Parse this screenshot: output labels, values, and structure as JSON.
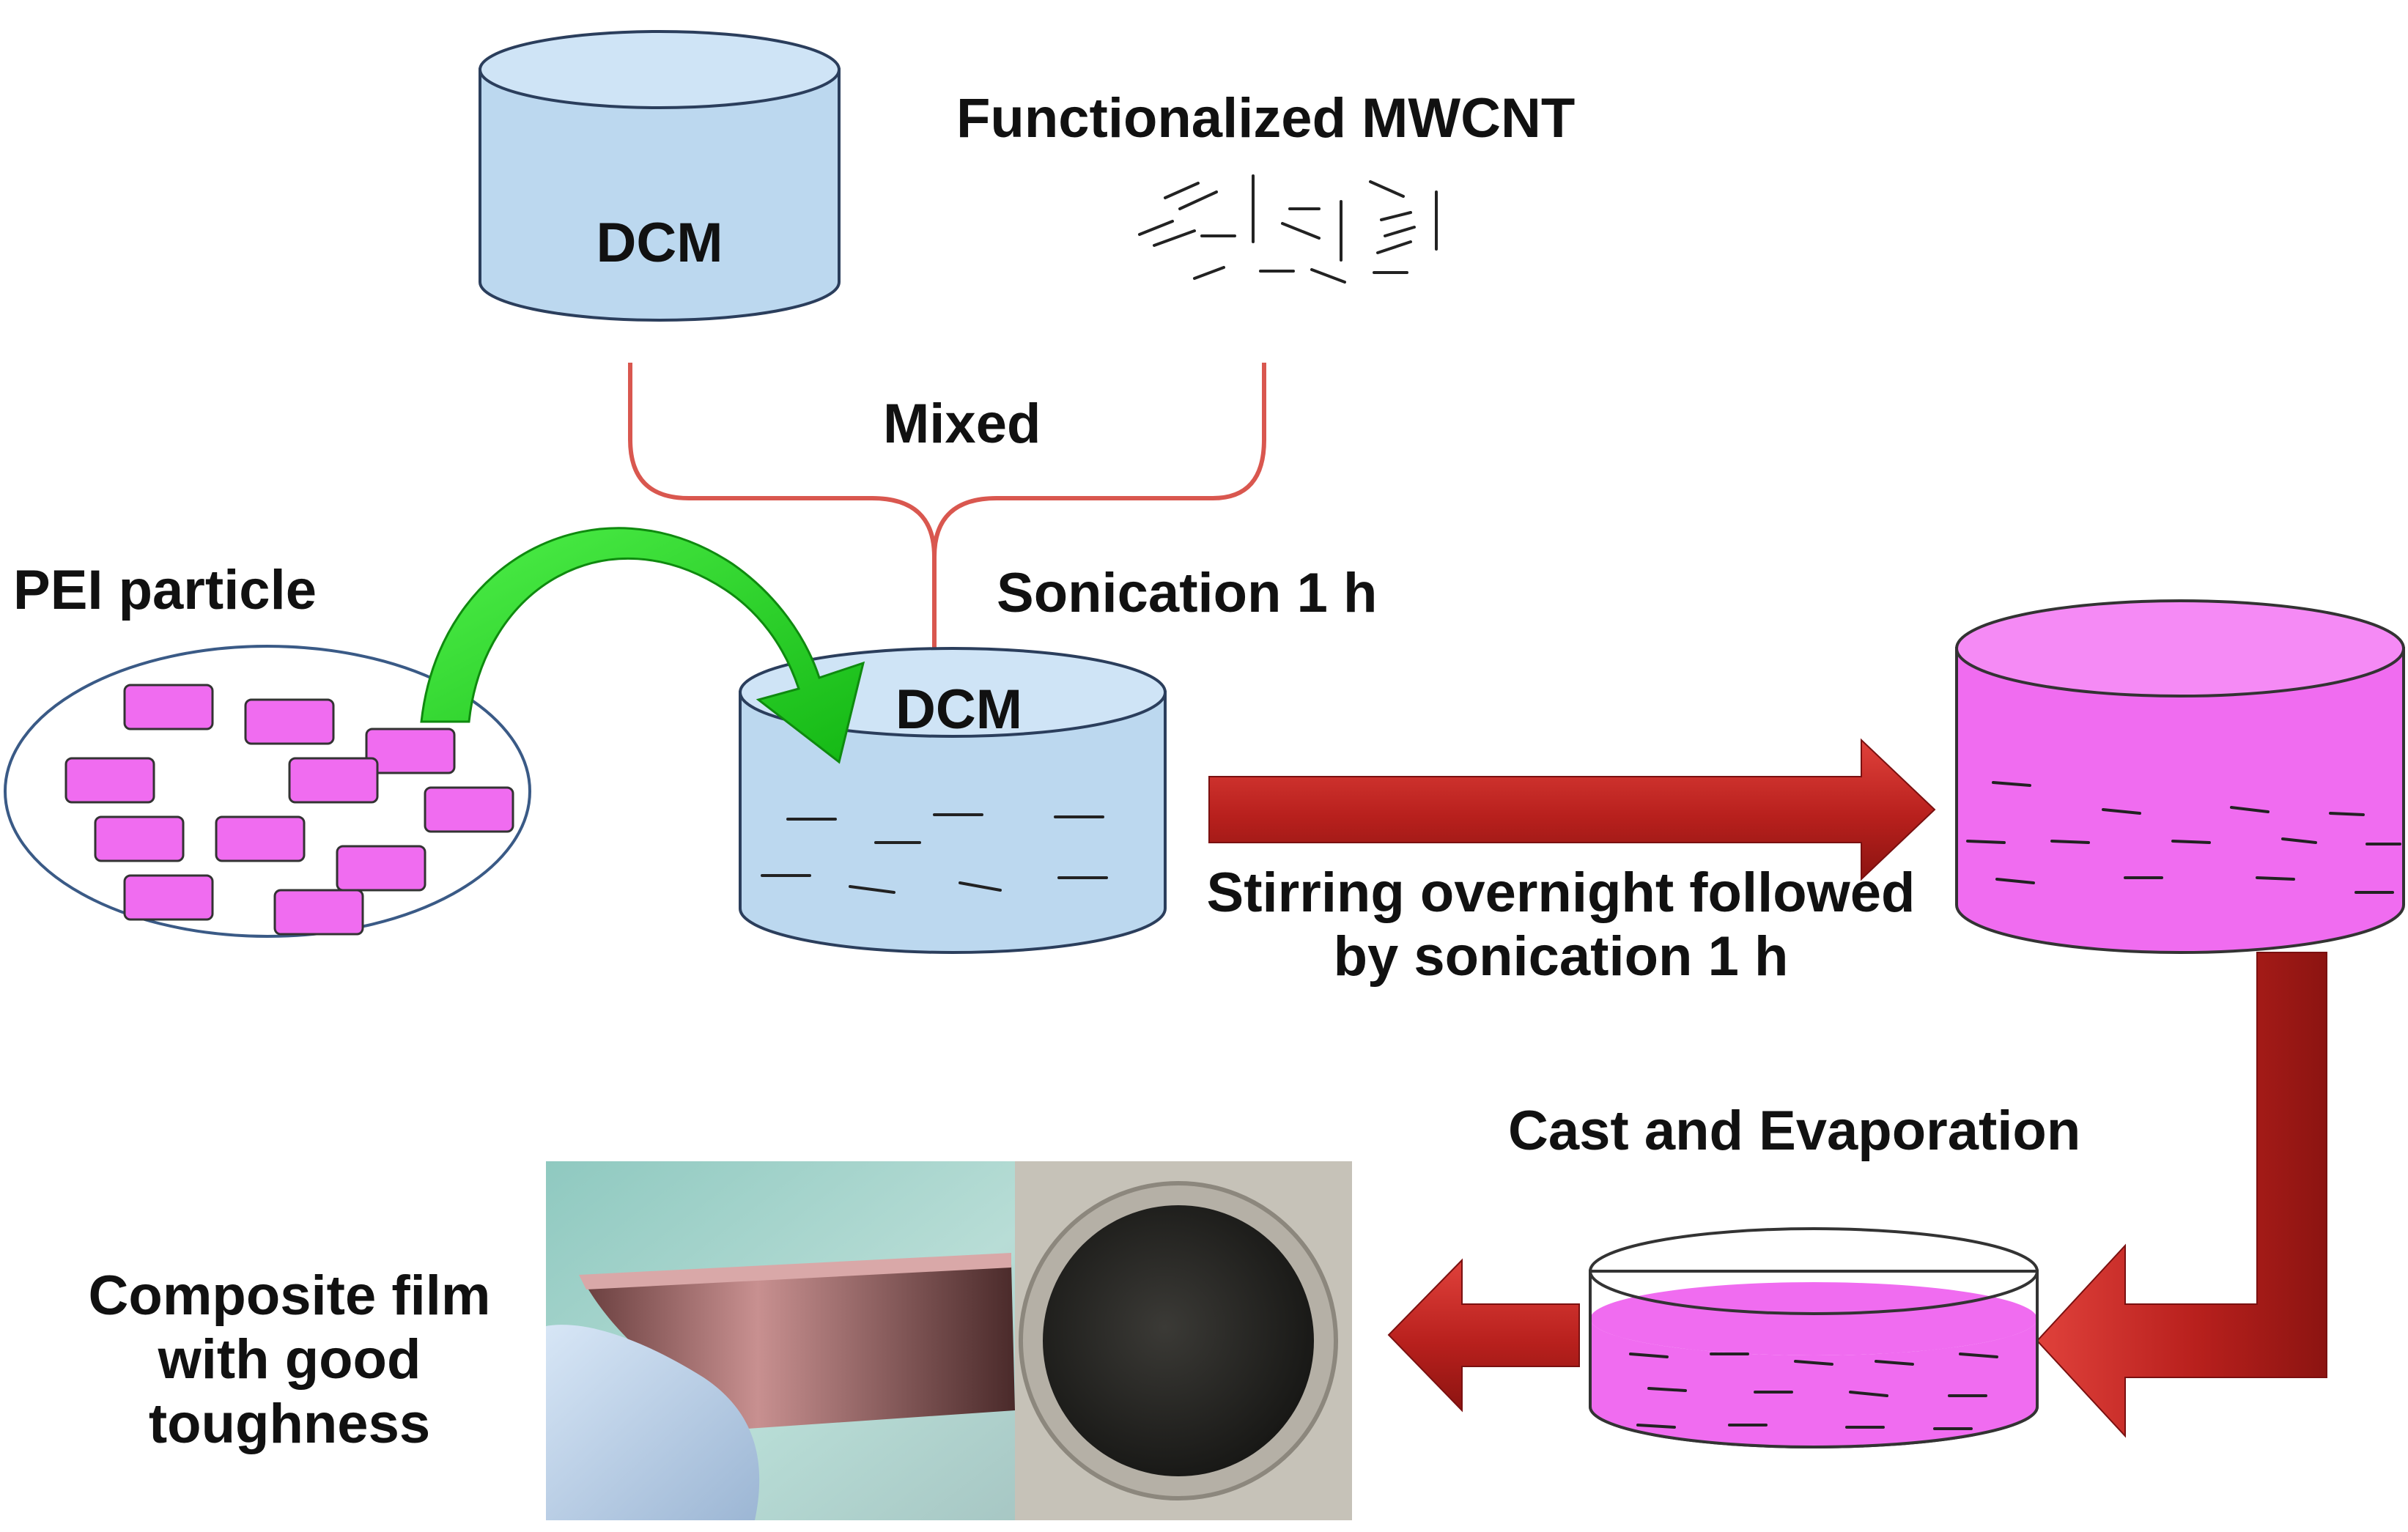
{
  "labels": {
    "dcm_top": "DCM",
    "mwcnt": "Functionalized MWCNT",
    "mixed": "Mixed",
    "pei": "PEI particle",
    "sonication": "Sonication 1 h",
    "dcm_mid": "DCM",
    "stirring_line1": "Stirring overnight followed",
    "stirring_line2": "by sonication 1 h",
    "cast": "Cast and Evaporation",
    "composite_line1": "Composite film",
    "composite_line2": "with good",
    "composite_line3": "toughness"
  },
  "colors": {
    "dcm_fill": "#bcd8ef",
    "pink_fill": "#f06cf0",
    "bracket": "#d9574f",
    "curved_arrow": "#22cc22",
    "flow_arrow": "#c62828"
  }
}
